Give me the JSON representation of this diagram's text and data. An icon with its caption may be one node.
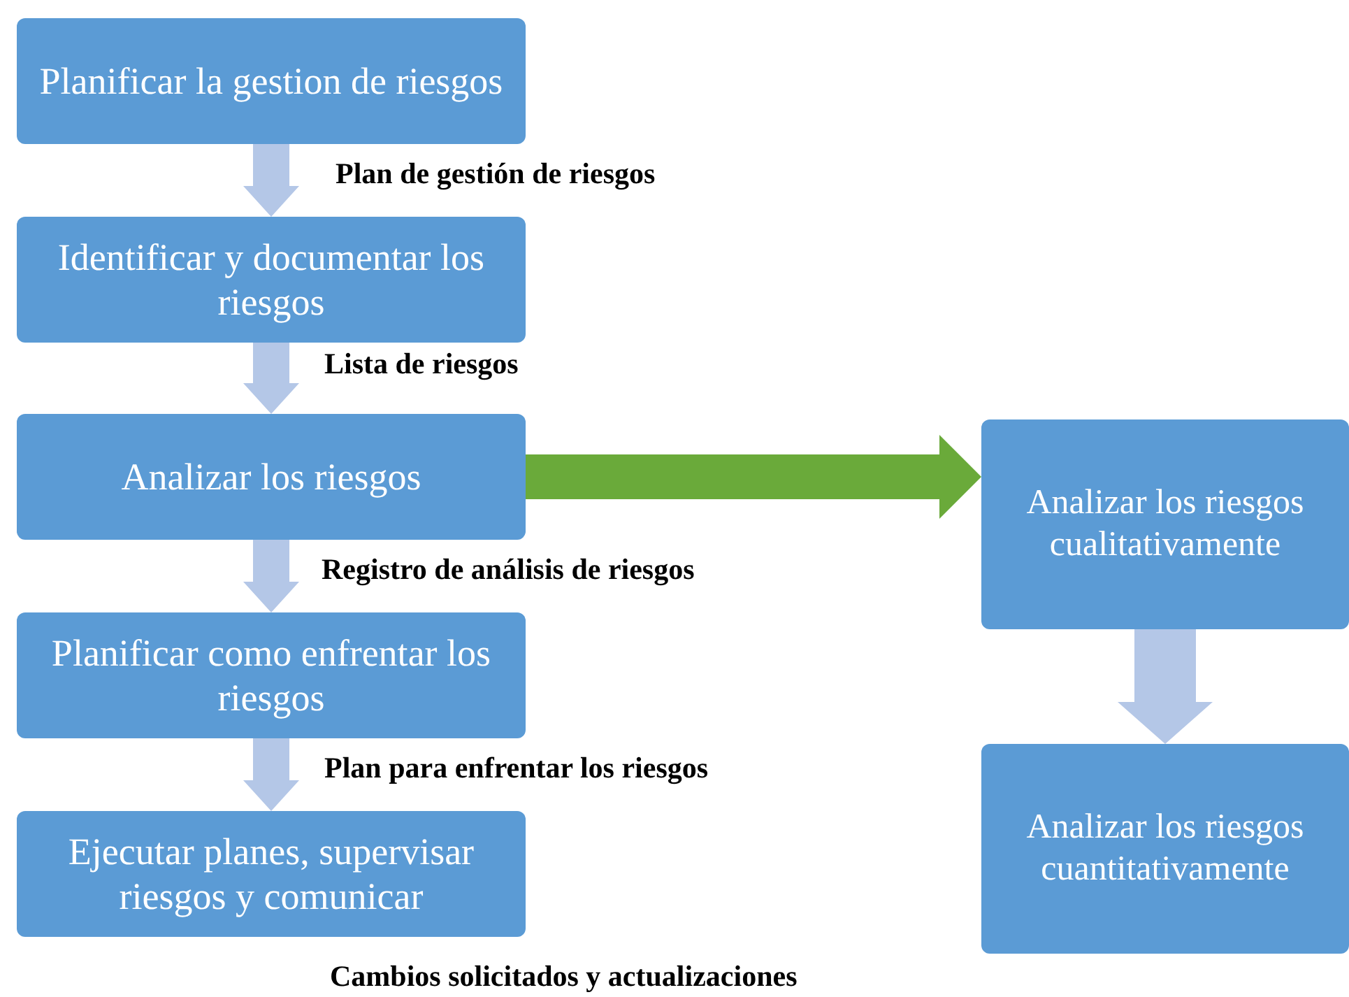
{
  "diagram": {
    "nodes": [
      {
        "text": [
          "Planificar la gestion de riesgos"
        ]
      },
      {
        "text": [
          "Identificar y documentar los riesgos"
        ]
      },
      {
        "text": [
          "Analizar los riesgos"
        ]
      },
      {
        "text": [
          "Planificar como enfrentar los riesgos"
        ]
      },
      {
        "text": [
          "Ejecutar planes, supervisar riesgos y comunicar"
        ]
      },
      {
        "text": [
          "Analizar los riesgos cualitativamente"
        ]
      },
      {
        "text": [
          "Analizar los riesgos cuantitativamente"
        ]
      }
    ],
    "edges": [
      {
        "from": 0,
        "to": 1,
        "arrow": "to",
        "label": "Plan de gestión de riesgos"
      },
      {
        "from": 1,
        "to": 2,
        "arrow": "to",
        "label": "Lista de riesgos"
      },
      {
        "from": 2,
        "to": 3,
        "arrow": "to",
        "label": "Registro de análisis de riesgos"
      },
      {
        "from": 3,
        "to": 4,
        "arrow": "to",
        "label": "Plan para enfrentar los riesgos"
      },
      {
        "from": 2,
        "to": 5,
        "arrow": "to",
        "color": "#6aaa3a"
      },
      {
        "from": 5,
        "to": 6,
        "arrow": "to"
      }
    ],
    "labels": [
      "Cambios solicitados y actualizaciones"
    ]
  }
}
